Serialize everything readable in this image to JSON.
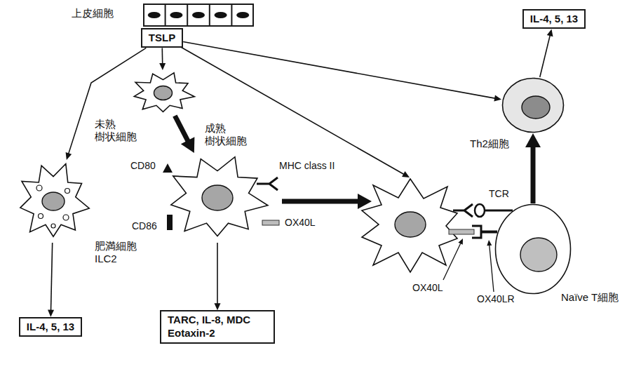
{
  "diagram": {
    "nodes": [
      {
        "text": [
          "上皮細胞"
        ]
      },
      {
        "text": [
          "TSLP"
        ]
      },
      {
        "text": [
          "IL-4, 5, 13"
        ]
      },
      {
        "text": [
          "Th2細胞"
        ]
      },
      {
        "text": [
          "未熟 樹状細胞"
        ]
      },
      {
        "text": [
          "成熟 樹状細胞"
        ]
      },
      {
        "text": [
          "肥満細胞 ILC2"
        ]
      },
      {
        "text": [
          "Naïve T細胞"
        ]
      },
      {
        "text": [
          "IL-4, 5, 13"
        ]
      },
      {
        "text": [
          "TARC, IL-8, MDC Eotaxin-2"
        ]
      }
    ],
    "edges": [
      {
        "from": 1,
        "to": 6,
        "arrow": "to"
      },
      {
        "from": 1,
        "to": 4,
        "arrow": "to"
      },
      {
        "from": 1,
        "to": 3,
        "arrow": "to"
      },
      {
        "from": 4,
        "to": 5,
        "arrow": "to"
      },
      {
        "from": 5,
        "to": 9,
        "arrow": "to"
      },
      {
        "from": 6,
        "to": 8,
        "arrow": "to"
      },
      {
        "from": 7,
        "to": 3,
        "arrow": "to"
      },
      {
        "from": 3,
        "to": 2,
        "arrow": "to"
      }
    ],
    "labels": [
      "CD80",
      "CD86",
      "MHC class II",
      "OX40L",
      "TCR",
      "OX40L",
      "OX40LR"
    ]
  }
}
